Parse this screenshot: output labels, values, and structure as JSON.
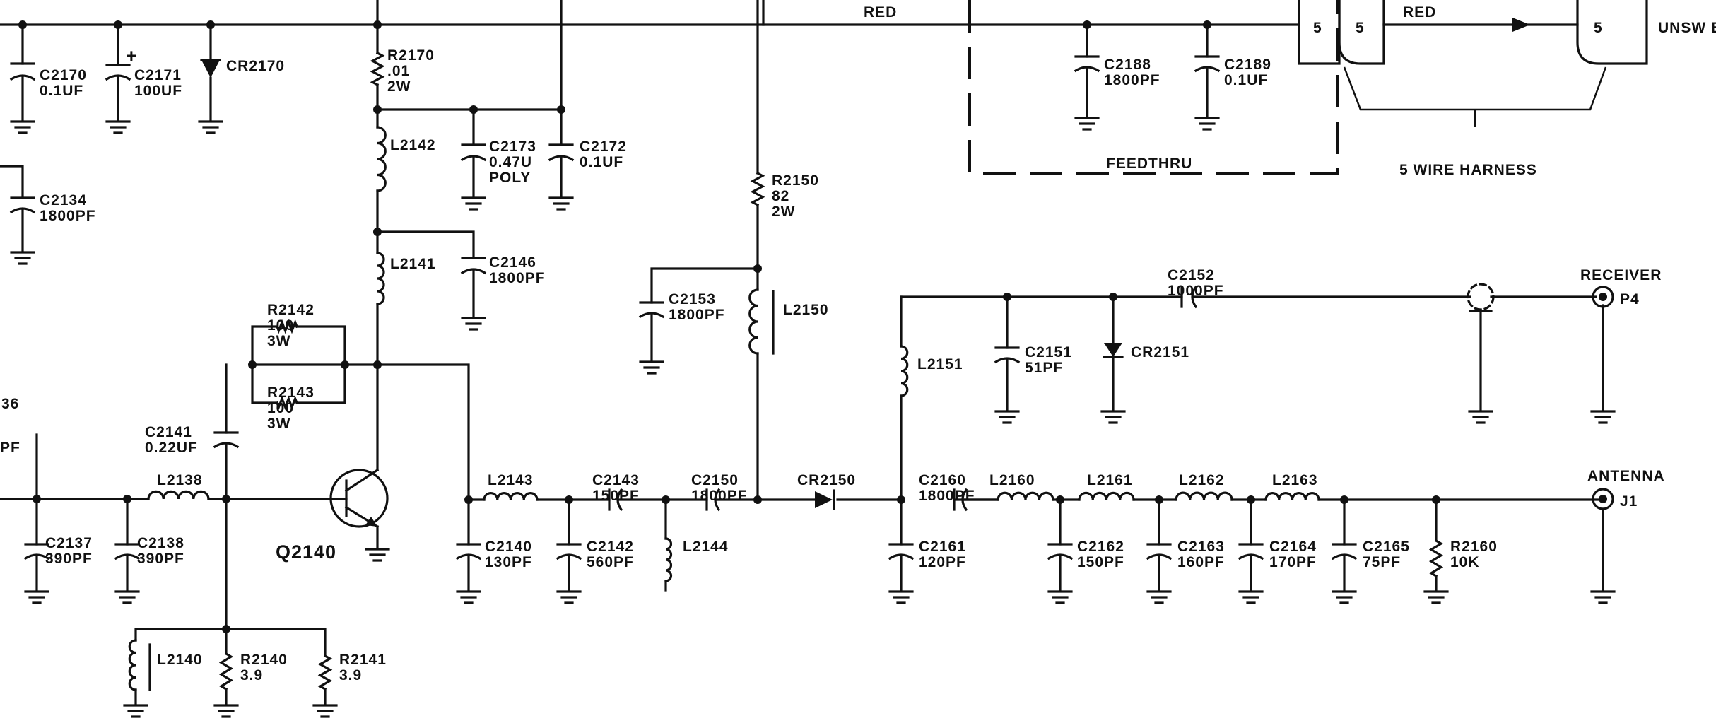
{
  "labels": {
    "C2170": [
      "C2170",
      "0.1UF"
    ],
    "C2171": [
      "C2171",
      "100UF"
    ],
    "C2171_pol": "+",
    "CR2170": [
      "CR2170"
    ],
    "C2134": [
      "C2134",
      "1800PF"
    ],
    "R2170": [
      "R2170",
      ".01",
      "2W"
    ],
    "L2142": [
      "L2142"
    ],
    "C2173": [
      "C2173",
      "0.47U",
      "POLY"
    ],
    "C2172": [
      "C2172",
      "0.1UF"
    ],
    "L2141": [
      "L2141"
    ],
    "C2146": [
      "C2146",
      "1800PF"
    ],
    "R2142": [
      "R2142",
      "100",
      "3W"
    ],
    "R2143": [
      "R2143",
      "100",
      "3W"
    ],
    "C2141": [
      "C2141",
      "0.22UF"
    ],
    "L2138": [
      "L2138"
    ],
    "Q2140": [
      "Q2140"
    ],
    "C2137": [
      "C2137",
      "390PF"
    ],
    "C2138": [
      "C2138",
      "390PF"
    ],
    "L2140": [
      "L2140"
    ],
    "R2140": [
      "R2140",
      "3.9"
    ],
    "R2141": [
      "R2141",
      "3.9"
    ],
    "R2150": [
      "R2150",
      "82",
      "2W"
    ],
    "C2153": [
      "C2153",
      "1800PF"
    ],
    "L2150": [
      "L2150"
    ],
    "L2143": [
      "L2143"
    ],
    "C2143": [
      "C2143",
      "150PF"
    ],
    "C2150": [
      "C2150",
      "1800PF"
    ],
    "C2140": [
      "C2140",
      "130PF"
    ],
    "C2142": [
      "C2142",
      "560PF"
    ],
    "L2144": [
      "L2144"
    ],
    "CR2150": [
      "CR2150"
    ],
    "C2160": [
      "C2160",
      "1800PF"
    ],
    "C2161": [
      "C2161",
      "120PF"
    ],
    "L2160": [
      "L2160"
    ],
    "L2161": [
      "L2161"
    ],
    "L2162": [
      "L2162"
    ],
    "L2163": [
      "L2163"
    ],
    "C2162": [
      "C2162",
      "150PF"
    ],
    "C2163": [
      "C2163",
      "160PF"
    ],
    "C2164": [
      "C2164",
      "170PF"
    ],
    "C2165": [
      "C2165",
      "75PF"
    ],
    "R2160": [
      "R2160",
      "10K"
    ],
    "L2151": [
      "L2151"
    ],
    "C2151": [
      "C2151",
      "51PF"
    ],
    "CR2151": [
      "CR2151"
    ],
    "C2152": [
      "C2152",
      "1000PF"
    ],
    "C2188": [
      "C2188",
      "1800PF"
    ],
    "C2189": [
      "C2189",
      "0.1UF"
    ],
    "partial_36": [
      "36"
    ],
    "partial_pf": [
      "PF"
    ]
  },
  "wire_labels": {
    "red_left": "RED",
    "red_right": "RED",
    "feedthru": "FEEDTHRU",
    "harness": "5 WIRE HARNESS",
    "unsw": "UNSW B+"
  },
  "connectors": {
    "receiver": [
      "RECEIVER",
      "P4"
    ],
    "antenna": [
      "ANTENNA",
      "J1"
    ],
    "pin_a": "5",
    "pin_b": "5",
    "pin_c": "5"
  }
}
